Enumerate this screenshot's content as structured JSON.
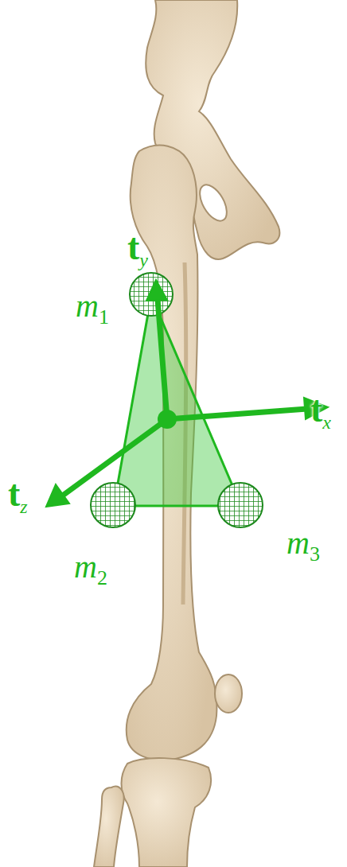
{
  "diagram": {
    "labels": [
      "ty",
      "m1",
      "tx",
      "tz",
      "m3",
      "m2"
    ]
  }
}
